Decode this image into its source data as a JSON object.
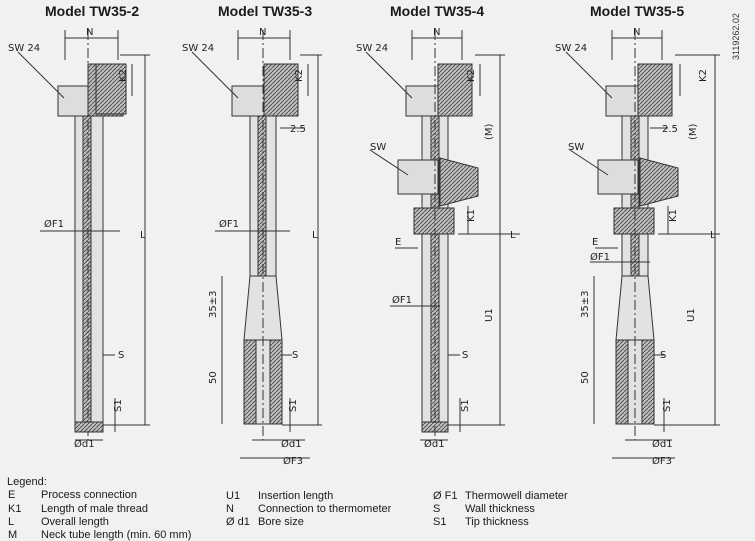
{
  "models": [
    {
      "title": "Model TW35-2"
    },
    {
      "title": "Model TW35-3"
    },
    {
      "title": "Model TW35-4"
    },
    {
      "title": "Model TW35-5"
    }
  ],
  "doc_id": "3119262.02",
  "dims": {
    "N": "N",
    "SW24": "SW 24",
    "SW": "SW",
    "K2": "K2",
    "K1": "K1",
    "L": "L",
    "M": "(M)",
    "U1": "U1",
    "E": "E",
    "F1": "ØF1",
    "F3": "ØF3",
    "d1": "Ød1",
    "S": "S",
    "S1": "S1",
    "d25": "2.5",
    "d35": "35±3",
    "d50": "50"
  },
  "legend": {
    "title": "Legend:",
    "col1": [
      {
        "code": "E",
        "text": "Process connection"
      },
      {
        "code": "K1",
        "text": "Length of male thread"
      },
      {
        "code": "L",
        "text": "Overall length"
      },
      {
        "code": "M",
        "text": "Neck tube length (min. 60 mm)"
      }
    ],
    "col2": [
      {
        "code": "U1",
        "text": "Insertion length"
      },
      {
        "code": "N",
        "text": "Connection to thermometer"
      },
      {
        "code": "Ø d1",
        "text": "Bore size"
      }
    ],
    "col3": [
      {
        "code": "Ø F1",
        "text": "Thermowell diameter"
      },
      {
        "code": "S",
        "text": "Wall thickness"
      },
      {
        "code": "S1",
        "text": "Tip thickness"
      }
    ]
  }
}
